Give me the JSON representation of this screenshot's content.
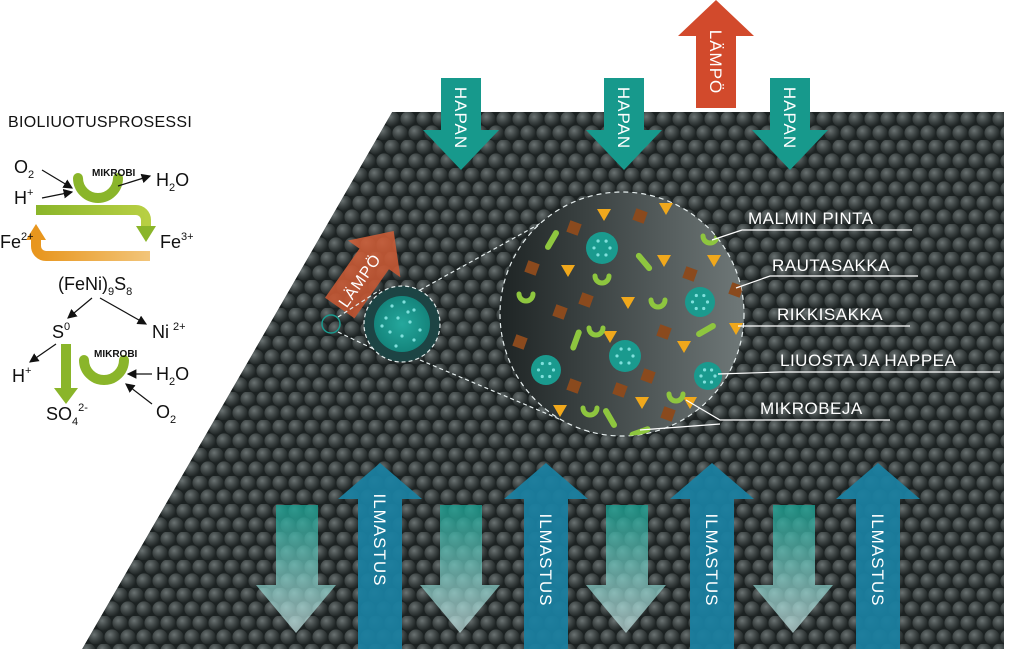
{
  "title": "BIOLIUOTUSPROSESSI",
  "arrows": {
    "hapan": "HAPAN",
    "lampo": "LÄMPÖ",
    "ilmastus": "ILMASTUS"
  },
  "labels": {
    "malmin_pinta": "MALMIN PINTA",
    "rautasakka": "RAUTASAKKA",
    "rikkisakka": "RIKKISAKKA",
    "liuosta": "LIUOSTA JA HAPPEA",
    "mikrobeja": "MIKROBEJA"
  },
  "chem": {
    "o2": "O",
    "o2_sub": "2",
    "h": "H",
    "h_sup": "+",
    "mikrobi": "MIKROBI",
    "h2o": "H",
    "h2o_sub": "2",
    "h2o_o": "O",
    "fe2": "Fe",
    "fe2_sup": "2+",
    "fe3": "Fe",
    "fe3_sup": "3+",
    "ore_a": "(FeNi)",
    "ore_sub9": "9",
    "ore_s": "S",
    "ore_sub8": "8",
    "s0": "S",
    "s0_sup": "0",
    "ni": "Ni",
    "ni_sup": "2+",
    "so4": "SO",
    "so4_sub": "4",
    "so4_sup": "2-"
  },
  "colors": {
    "pile": "#3a4040",
    "teal": "#1a9a8e",
    "blue": "#1a7fa0",
    "heat": "#c8452a",
    "green": "#8ab52a",
    "orange": "#e8961e"
  }
}
